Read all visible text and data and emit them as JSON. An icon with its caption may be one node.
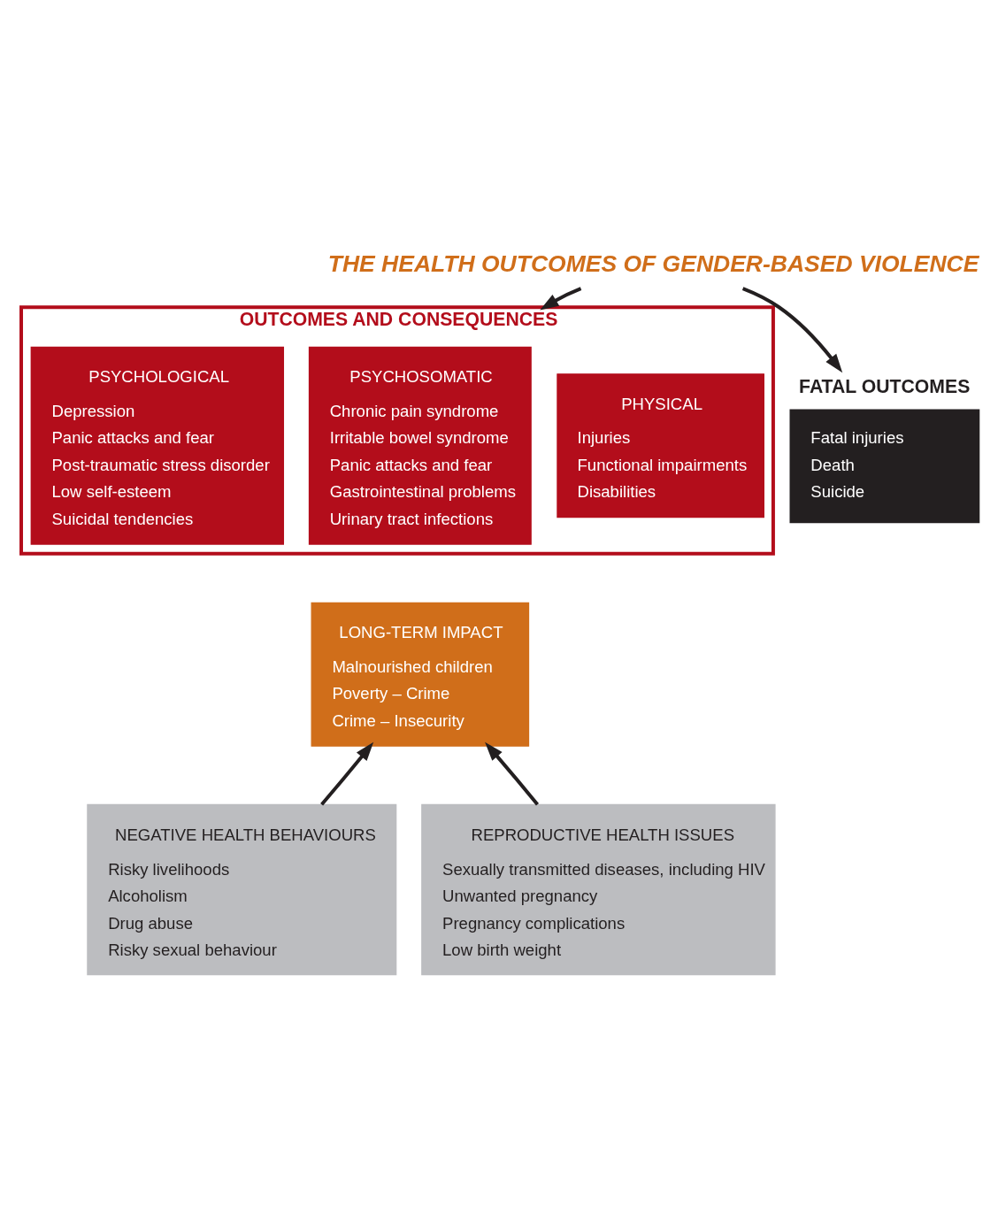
{
  "diagram": {
    "nodes": [
      {
        "text": [
          "THE HEALTH OUTCOMES OF GENDER-BASED VIOLENCE"
        ]
      },
      {
        "text": [
          "OUTCOMES AND CONSEQUENCES"
        ]
      },
      {
        "text": [
          "PHYSICAL",
          "Injuries",
          "Functional impairments",
          "Disabilities"
        ],
        "in": 1
      },
      {
        "text": [
          "PSYCHOSOMATIC",
          "Chronic pain syndrome",
          "Irritable bowel syndrome",
          "Panic attacks and fear",
          "Gastrointestinal problems",
          "Urinary tract infections"
        ],
        "in": 1
      },
      {
        "text": [
          "PSYCHOLOGICAL",
          "Depression",
          "Panic attacks and fear",
          "Post-traumatic stress disorder",
          "Low self-esteem",
          "Suicidal tendencies"
        ],
        "in": 1
      },
      {
        "text": [
          "FATAL OUTCOMES",
          "Fatal injuries",
          "Death",
          "Suicide"
        ]
      },
      {
        "text": [
          "LONG-TERM IMPACT",
          "Malnourished children",
          "Poverty – Crime",
          "Crime – Insecurity"
        ]
      },
      {
        "text": [
          "NEGATIVE HEALTH BEHAVIOURS",
          "Risky livelihoods",
          "Alcoholism",
          "Drug abuse",
          "Risky sexual behaviour"
        ]
      },
      {
        "text": [
          "REPRODUCTIVE HEALTH ISSUES",
          "Sexually transmitted diseases, including HIV",
          "Unwanted pregnancy",
          "Pregnancy complications",
          "Low birth weight"
        ]
      }
    ],
    "edges": [
      {
        "from": 0,
        "to": 1,
        "arrow": "to"
      },
      {
        "from": 0,
        "to": 5,
        "arrow": "to"
      },
      {
        "from": 7,
        "to": 6,
        "arrow": "to"
      },
      {
        "from": 8,
        "to": 6,
        "arrow": "to"
      }
    ]
  }
}
